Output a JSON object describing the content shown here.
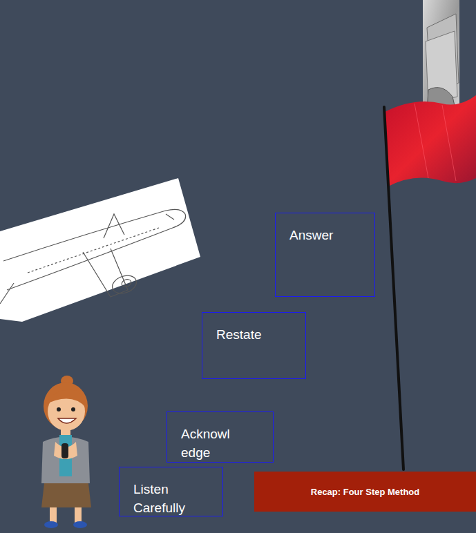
{
  "diagram": {
    "nodes": [
      {
        "text": [
          "Listen Carefully"
        ]
      },
      {
        "text": [
          "Acknowl edge"
        ]
      },
      {
        "text": [
          "Restate"
        ]
      },
      {
        "text": [
          "Answer"
        ]
      },
      {
        "text": [
          "Recap: Four Step Method"
        ]
      }
    ]
  }
}
